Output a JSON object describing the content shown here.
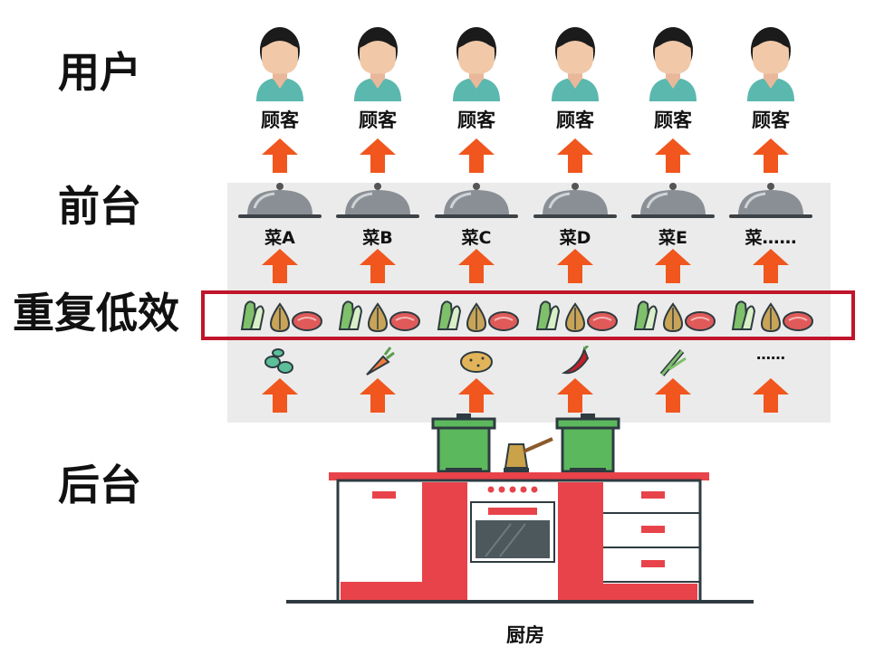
{
  "layers": {
    "user": "用户",
    "front": "前台",
    "inefficient": "重复低效",
    "back": "后台"
  },
  "customers": [
    "顾客",
    "顾客",
    "顾客",
    "顾客",
    "顾客",
    "顾客"
  ],
  "dishes": [
    "菜A",
    "菜B",
    "菜C",
    "菜D",
    "菜E",
    "菜……"
  ],
  "ingredients": [
    "beans-icon",
    "carrot-icon",
    "potato-icon",
    "chili-icon",
    "green-onion-icon",
    "……"
  ],
  "kitchen": {
    "label": "厨房"
  },
  "colors": {
    "arrow": "#f0561d",
    "panel": "#ebebeb",
    "highlight_border": "#c0152a",
    "kitchen_red": "#e8434a",
    "pot_green": "#5cb85c"
  }
}
